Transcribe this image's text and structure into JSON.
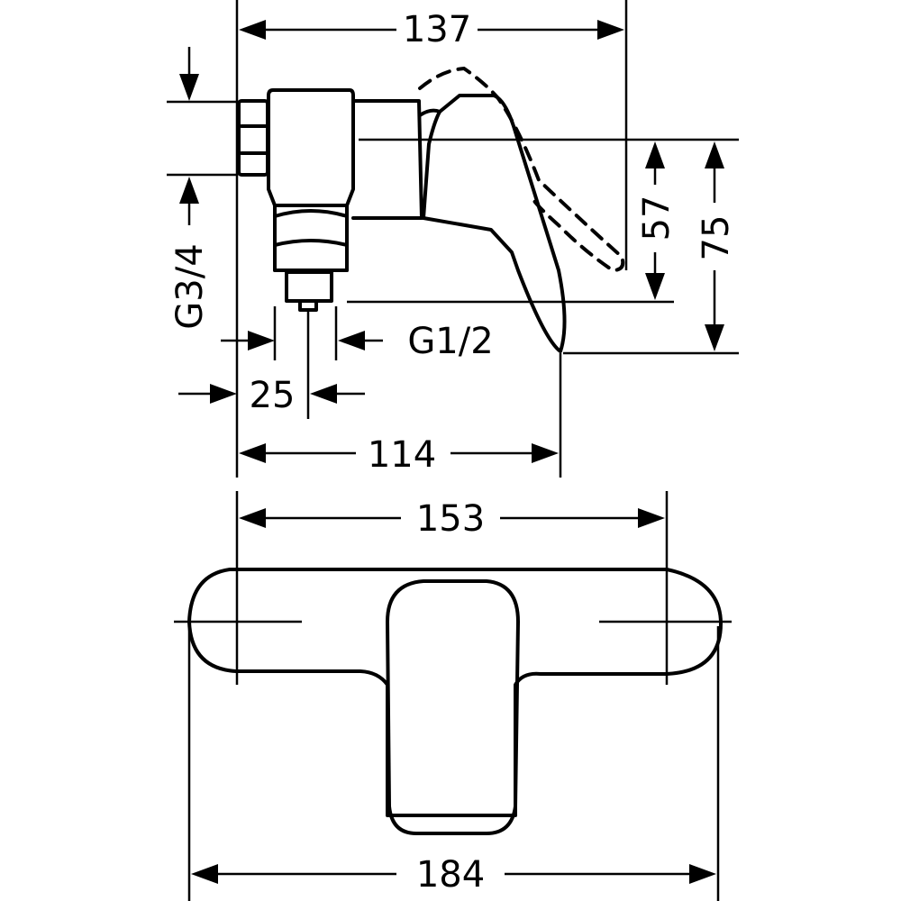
{
  "dimensions": {
    "side_width_total": "137",
    "side_height_inner": "57",
    "side_height_outer": "75",
    "inlet_thread": "G3/4",
    "outlet_thread": "G1/2",
    "outlet_offset": "25",
    "side_depth": "114",
    "front_plate_width": "153",
    "front_overall_width": "184"
  }
}
